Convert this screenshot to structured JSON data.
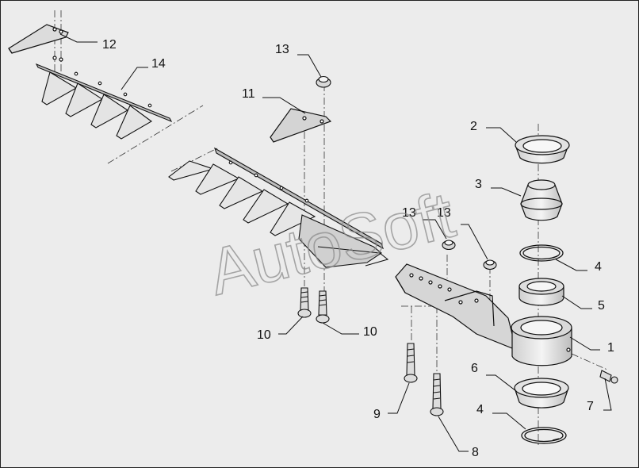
{
  "diagram": {
    "watermark": "AutoSoft",
    "callouts": [
      {
        "id": "c12",
        "label": "12"
      },
      {
        "id": "c14",
        "label": "14"
      },
      {
        "id": "c13a",
        "label": "13"
      },
      {
        "id": "c11",
        "label": "11"
      },
      {
        "id": "c2",
        "label": "2"
      },
      {
        "id": "c3",
        "label": "3"
      },
      {
        "id": "c13b",
        "label": "13"
      },
      {
        "id": "c13c",
        "label": "13"
      },
      {
        "id": "c4a",
        "label": "4"
      },
      {
        "id": "c5",
        "label": "5"
      },
      {
        "id": "c1",
        "label": "1"
      },
      {
        "id": "c6",
        "label": "6"
      },
      {
        "id": "c7",
        "label": "7"
      },
      {
        "id": "c10a",
        "label": "10"
      },
      {
        "id": "c10b",
        "label": "10"
      },
      {
        "id": "c9",
        "label": "9"
      },
      {
        "id": "c4b",
        "label": "4"
      },
      {
        "id": "c8",
        "label": "8"
      }
    ]
  }
}
